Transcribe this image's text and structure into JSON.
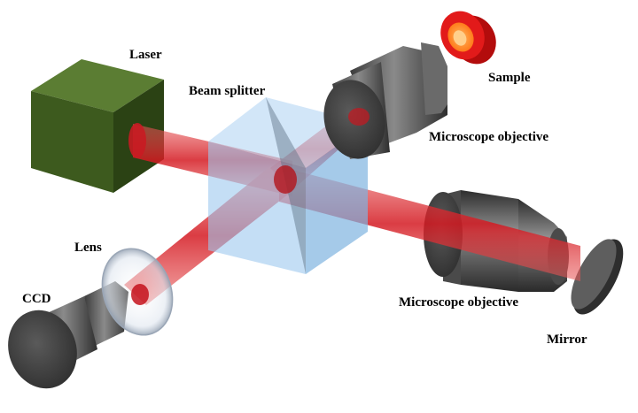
{
  "labels": {
    "laser": "Laser",
    "beam_splitter": "Beam splitter",
    "sample": "Sample",
    "objective_top": "Microscope objective",
    "objective_bottom": "Microscope objective",
    "lens": "Lens",
    "ccd": "CCD",
    "mirror": "Mirror"
  },
  "colors": {
    "laser_front": "#3d5a1e",
    "laser_top": "#5b7d33",
    "laser_side": "#2b4214",
    "beam": "#d4202a",
    "splitter": "#8fc3ec",
    "metal_dark": "#3a3a3a",
    "metal_light": "#8e8e8e",
    "sample_outer": "#d81010",
    "sample_inner": "#ff9a2e"
  }
}
